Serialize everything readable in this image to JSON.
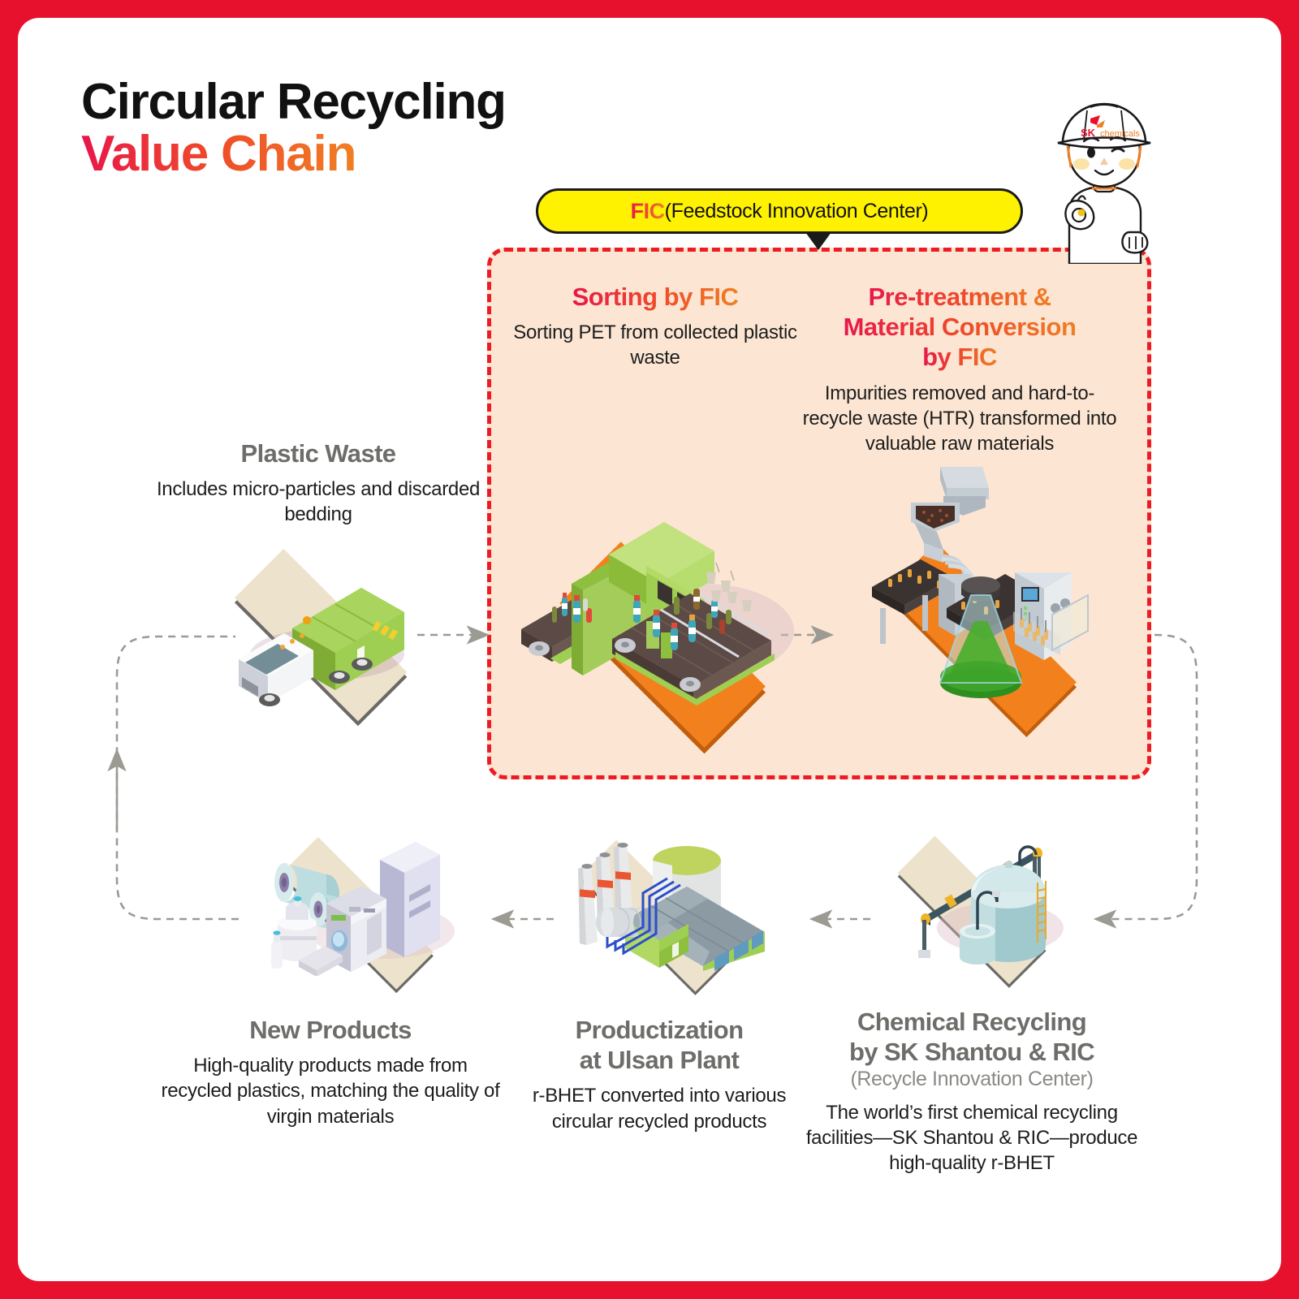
{
  "theme": {
    "frame_red": "#E8112D",
    "accent_red": "#E8174A",
    "accent_orange": "#F07F24",
    "banner_yellow": "#FFF200",
    "fic_fill": "#FCE6D3",
    "fic_border": "#ED1C24",
    "heading_gray": "#6D6E6A"
  },
  "title": {
    "line1": "Circular Recycling",
    "line2": "Value Chain"
  },
  "fic_banner": {
    "abbr": "FIC",
    "full": "(Feedstock Innovation Center)"
  },
  "nodes": {
    "plastic_waste": {
      "heading": "Plastic Waste",
      "body": "Includes micro-particles and discarded bedding"
    },
    "sorting": {
      "heading": "Sorting by FIC",
      "body": "Sorting PET from collected plastic waste"
    },
    "pretreatment": {
      "heading_line1": "Pre-treatment &",
      "heading_line2": "Material Conversion",
      "heading_line3": "by FIC",
      "body": "Impurities removed and hard-to-recycle waste (HTR) transformed into valuable raw materials"
    },
    "chemical_recycling": {
      "heading_line1": "Chemical Recycling",
      "heading_line2": "by SK Shantou & RIC",
      "subheading": "(Recycle Innovation Center)",
      "body": "The world’s first chemical recycling facilities—SK Shantou & RIC—produce high-quality r-BHET"
    },
    "productization": {
      "heading_line1": "Productization",
      "heading_line2": "at Ulsan Plant",
      "body": "r-BHET converted into various circular recycled products"
    },
    "new_products": {
      "heading": "New Products",
      "body": "High-quality products made from recycled plastics, matching the quality of virgin materials"
    }
  },
  "mascot": {
    "helmet_logo_sk": "SK",
    "helmet_logo_chemicals": "chemicals"
  },
  "icons": {
    "garbage_truck": "garbage-truck-icon",
    "sorting_line": "sorting-conveyor-icon",
    "lab_conversion": "lab-flask-icon",
    "chem_plant": "storage-tank-icon",
    "factory": "factory-icon",
    "appliances": "appliances-icon",
    "flow_arrow": "flow-arrow-icon",
    "banner_pointer": "banner-pointer-icon"
  }
}
